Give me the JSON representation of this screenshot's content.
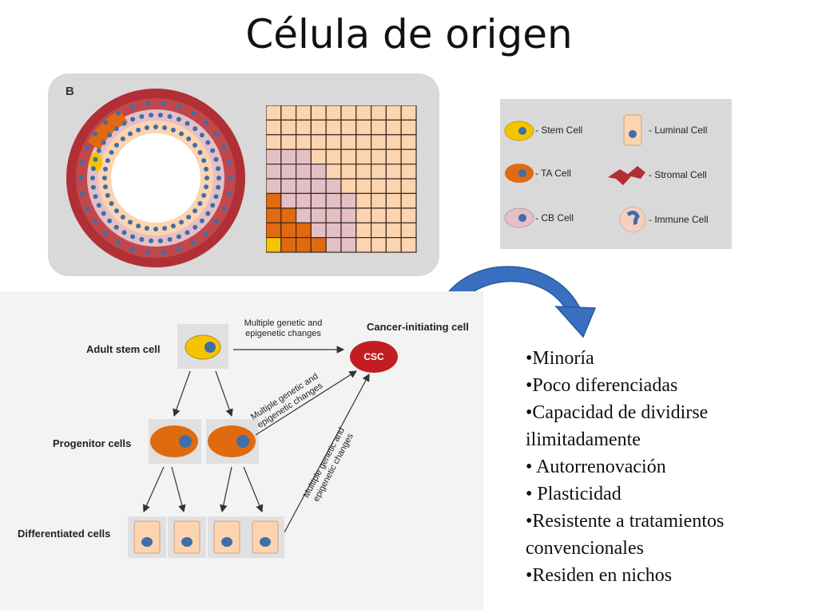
{
  "slide": {
    "title": "Célula de origen"
  },
  "panel_b": {
    "label": "B"
  },
  "legend": {
    "stem": "- Stem Cell",
    "ta": "- TA Cell",
    "cb": "- CB Cell",
    "luminal": "- Luminal Cell",
    "stromal": "- Stromal Cell",
    "immune": "- Immune Cell"
  },
  "diagram": {
    "adult_stem": "Adult stem cell",
    "progenitor": "Progenitor cells",
    "differentiated": "Differentiated cells",
    "cancer_initiating": "Cancer-initiating cell",
    "csc": "CSC",
    "changes_top": "Multiple genetic and epigenetic changes",
    "changes_mid": "Multiple genetic and epigenetic changes",
    "changes_low": "Multiple genetic and epigenetic changes"
  },
  "bullets": [
    "•Minoría",
    "•Poco diferenciadas",
    "•Capacidad de dividirse ilimitadamente",
    "• Autorrenovación",
    "• Plasticidad",
    "•Resistente a tratamientos convencionales",
    "•Residen en nichos"
  ],
  "colors": {
    "stem": "#f5c400",
    "ta": "#e06a10",
    "cb": "#e4bfc6",
    "luminal": "#fcd4b0",
    "stromal": "#b03035",
    "nucleus": "#3f6ea8",
    "csc": "#c21d22",
    "arrow": "#3a6fc0"
  }
}
